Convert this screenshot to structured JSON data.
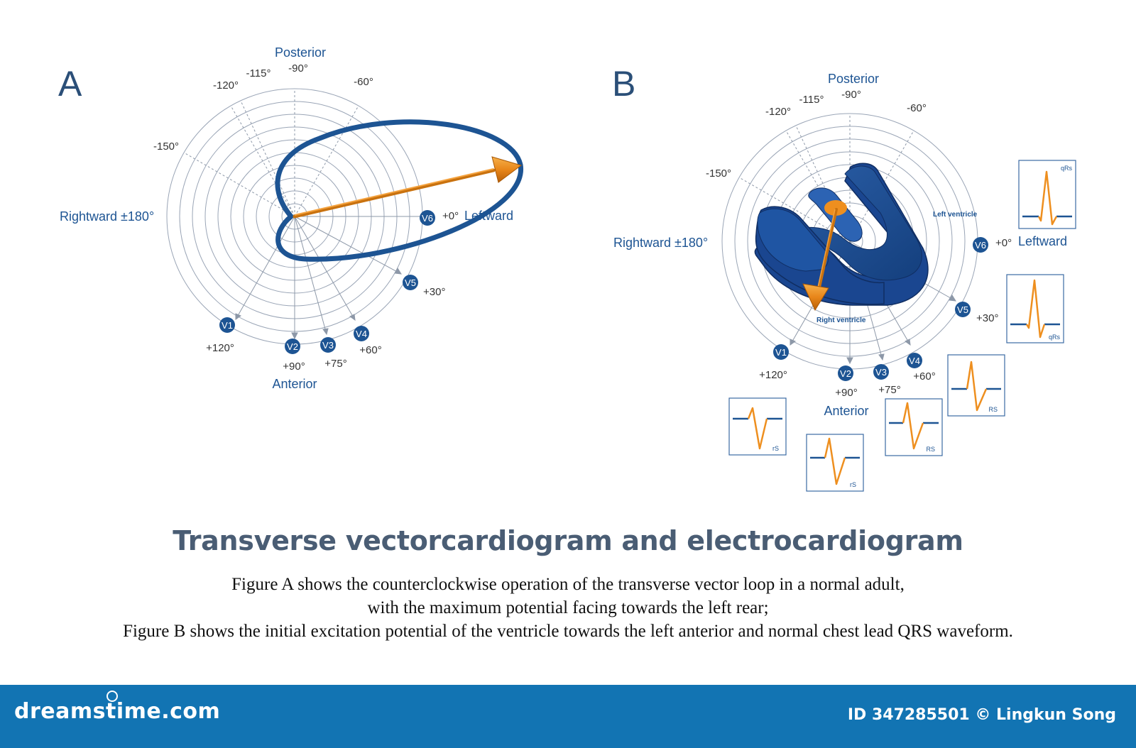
{
  "figure_a": {
    "letter": "A",
    "posterior": "Posterior",
    "anterior": "Anterior",
    "rightward": "Rightward ±180°",
    "leftward": "Leftward",
    "angles": {
      "m120": "-120°",
      "m115": "-115°",
      "m90": "-90°",
      "m60": "-60°",
      "m150": "-150°",
      "p0": "+0°",
      "p30": "+30°",
      "p60": "+60°",
      "p75": "+75°",
      "p90": "+90°",
      "p120": "+120°"
    },
    "leads": {
      "v1": "V1",
      "v2": "V2",
      "v3": "V3",
      "v4": "V4",
      "v5": "V5",
      "v6": "V6"
    }
  },
  "figure_b": {
    "letter": "B",
    "posterior": "Posterior",
    "anterior": "Anterior",
    "rightward": "Rightward ±180°",
    "leftward": "Leftward",
    "left_ventricle": "Left ventricle",
    "right_ventricle": "Right ventricle",
    "angles": {
      "m120": "-120°",
      "m115": "-115°",
      "m90": "-90°",
      "m60": "-60°",
      "m150": "-150°",
      "p0": "+0°",
      "p30": "+30°",
      "p60": "+60°",
      "p75": "+75°",
      "p90": "+90°",
      "p120": "+120°"
    },
    "leads": {
      "v1": "V1",
      "v2": "V2",
      "v3": "V3",
      "v4": "V4",
      "v5": "V5",
      "v6": "V6"
    },
    "waveforms": {
      "v1": "rS",
      "v2": "rS",
      "v3": "RS",
      "v4": "RS",
      "v5": "qRs",
      "v6": "qRs"
    }
  },
  "title": "Transverse vectorcardiogram and electrocardiogram",
  "caption": [
    "Figure A shows the counterclockwise operation of the transverse vector loop in a normal adult,",
    "with the maximum potential facing towards the left rear;",
    "Figure B shows the initial excitation potential of the ventricle towards the left anterior and normal chest lead QRS waveform."
  ],
  "footer": {
    "brand": "dreamstime.com",
    "image_id": "ID 347285501 © Lingkun Song"
  },
  "colors": {
    "navy": "#1d5493",
    "orange": "#ee8f1f",
    "grid": "#9aa5b6",
    "footer": "#1274b3",
    "title": "#4a5d74"
  }
}
